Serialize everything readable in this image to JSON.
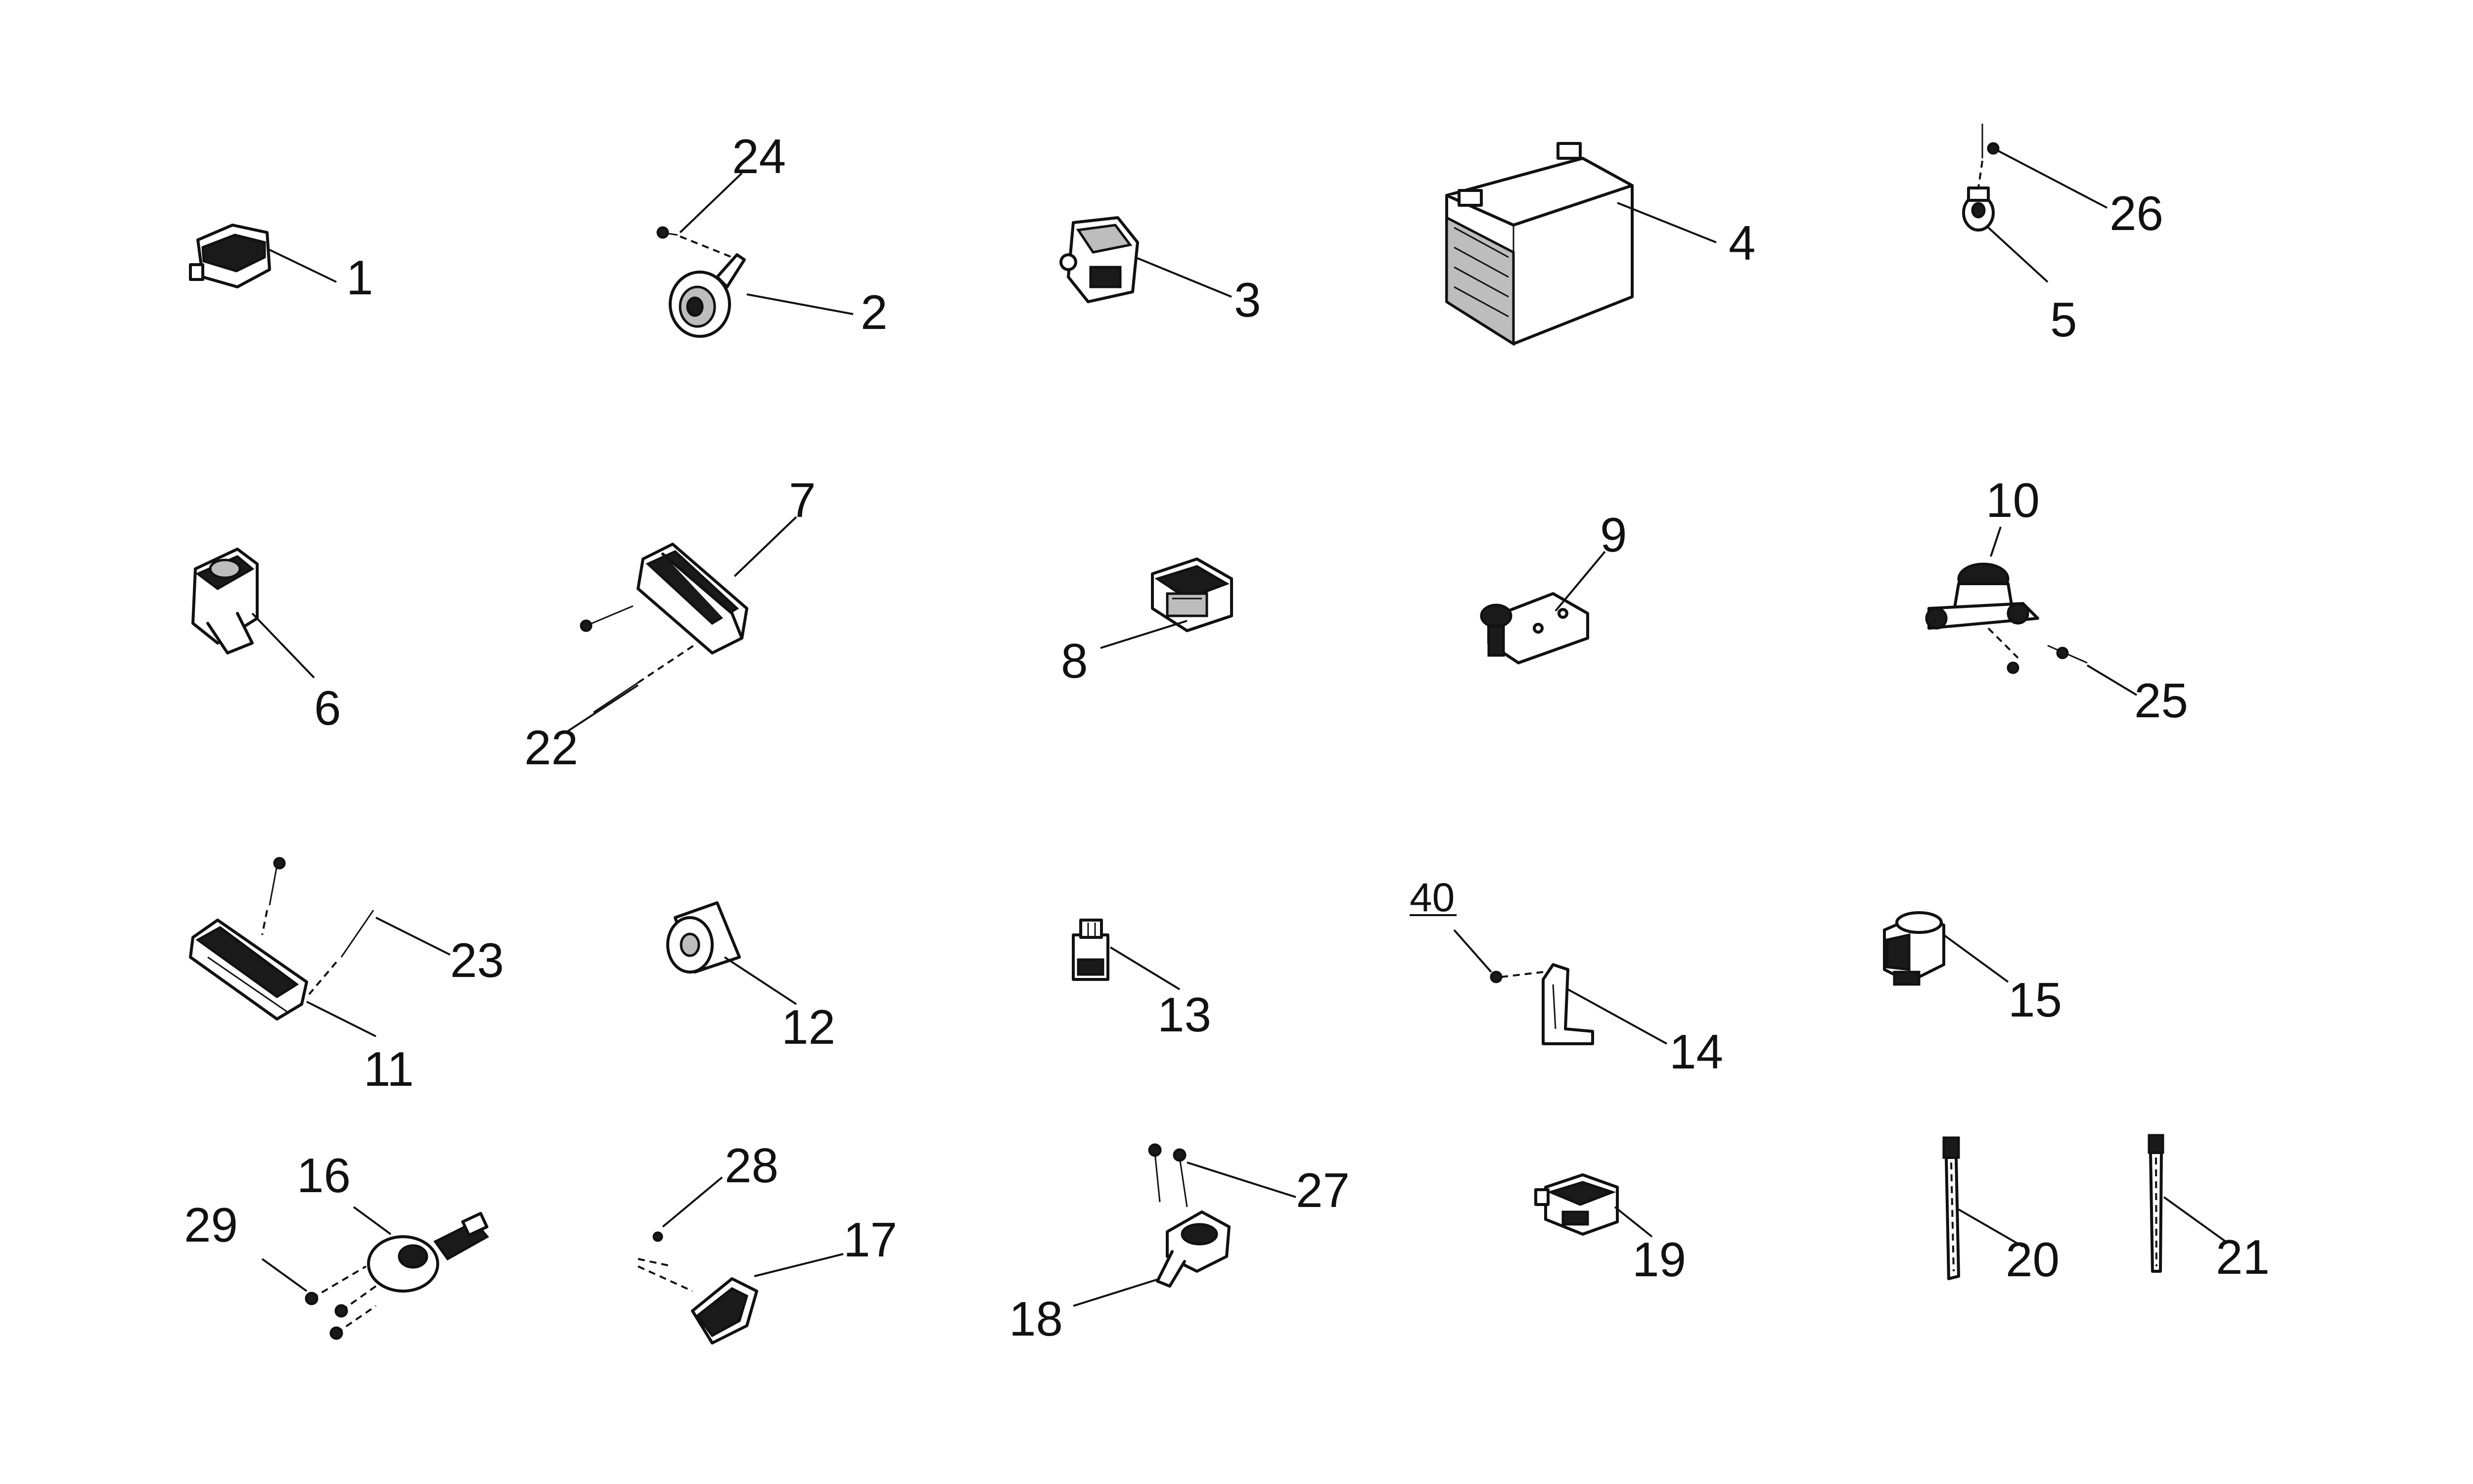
{
  "diagram": {
    "callouts": [
      "1",
      "2",
      "3",
      "4",
      "5",
      "6",
      "7",
      "8",
      "9",
      "10",
      "11",
      "12",
      "13",
      "14",
      "15",
      "16",
      "17",
      "18",
      "19",
      "20",
      "21",
      "22",
      "23",
      "24",
      "25",
      "26",
      "27",
      "28",
      "29",
      "40"
    ]
  }
}
